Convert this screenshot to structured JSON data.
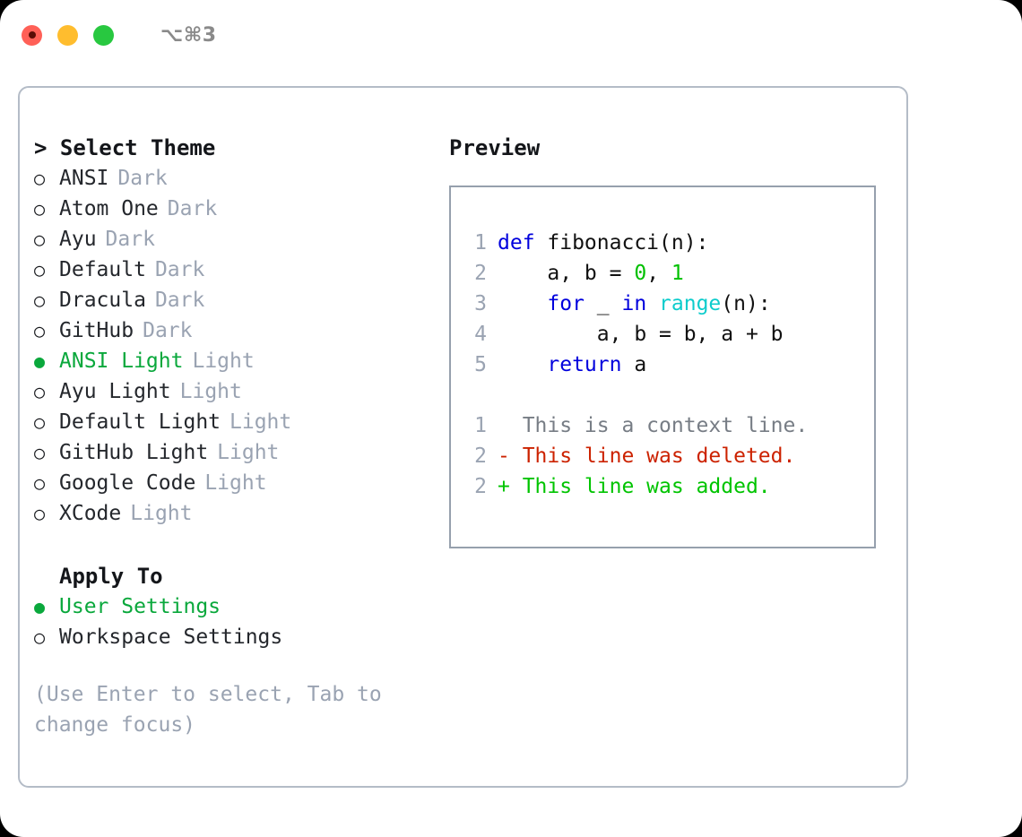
{
  "window": {
    "shortcut": "⌥⌘3",
    "traffic_lights": [
      {
        "name": "close",
        "color": "#ff6057"
      },
      {
        "name": "minimize",
        "color": "#ffbd2e"
      },
      {
        "name": "zoom",
        "color": "#28c840"
      }
    ]
  },
  "theme_picker": {
    "heading": "> Select Theme",
    "items": [
      {
        "bullet": "○",
        "name": "ANSI",
        "tag": "Dark",
        "selected": false
      },
      {
        "bullet": "○",
        "name": "Atom One",
        "tag": "Dark",
        "selected": false
      },
      {
        "bullet": "○",
        "name": "Ayu",
        "tag": "Dark",
        "selected": false
      },
      {
        "bullet": "○",
        "name": "Default",
        "tag": "Dark",
        "selected": false
      },
      {
        "bullet": "○",
        "name": "Dracula",
        "tag": "Dark",
        "selected": false
      },
      {
        "bullet": "○",
        "name": "GitHub",
        "tag": "Dark",
        "selected": false
      },
      {
        "bullet": "●",
        "name": "ANSI Light",
        "tag": "Light",
        "selected": true
      },
      {
        "bullet": "○",
        "name": "Ayu Light",
        "tag": "Light",
        "selected": false
      },
      {
        "bullet": "○",
        "name": "Default Light",
        "tag": "Light",
        "selected": false
      },
      {
        "bullet": "○",
        "name": "GitHub Light",
        "tag": "Light",
        "selected": false
      },
      {
        "bullet": "○",
        "name": "Google Code",
        "tag": "Light",
        "selected": false
      },
      {
        "bullet": "○",
        "name": "XCode",
        "tag": "Light",
        "selected": false
      }
    ]
  },
  "apply_to": {
    "heading": "Apply To",
    "items": [
      {
        "bullet": "●",
        "name": "User Settings",
        "tag": "",
        "selected": true
      },
      {
        "bullet": "○",
        "name": "Workspace Settings",
        "tag": "",
        "selected": false
      }
    ]
  },
  "hint": "(Use Enter to select, Tab to change focus)",
  "preview": {
    "title": "Preview",
    "code_lines": [
      {
        "lineno": "1",
        "tokens": [
          {
            "text": "def ",
            "kind": "kw"
          },
          {
            "text": "fibonacci(n):",
            "kind": "pl"
          }
        ]
      },
      {
        "lineno": "2",
        "tokens": [
          {
            "text": "    a, b = ",
            "kind": "pl"
          },
          {
            "text": "0",
            "kind": "num"
          },
          {
            "text": ", ",
            "kind": "pl"
          },
          {
            "text": "1",
            "kind": "num"
          }
        ]
      },
      {
        "lineno": "3",
        "tokens": [
          {
            "text": "    ",
            "kind": "pl"
          },
          {
            "text": "for",
            "kind": "kw"
          },
          {
            "text": " _ ",
            "kind": "pl"
          },
          {
            "text": "in",
            "kind": "kw"
          },
          {
            "text": " ",
            "kind": "pl"
          },
          {
            "text": "range",
            "kind": "fn"
          },
          {
            "text": "(n):",
            "kind": "pl"
          }
        ]
      },
      {
        "lineno": "4",
        "tokens": [
          {
            "text": "        a, b = b, a + b",
            "kind": "pl"
          }
        ]
      },
      {
        "lineno": "5",
        "tokens": [
          {
            "text": "    ",
            "kind": "pl"
          },
          {
            "text": "return",
            "kind": "kw"
          },
          {
            "text": " a",
            "kind": "pl"
          }
        ]
      }
    ],
    "diff_lines": [
      {
        "lineno": "1",
        "marker": "  ",
        "text": "This is a context line.",
        "kind": "ctx"
      },
      {
        "lineno": "2",
        "marker": "- ",
        "text": "This line was deleted.",
        "kind": "del"
      },
      {
        "lineno": "2",
        "marker": "+ ",
        "text": "This line was added.",
        "kind": "add"
      }
    ]
  },
  "colors": {
    "accent_green": "#0aa83c",
    "muted": "#9aa3b2",
    "keyword_blue": "#0000dd",
    "function_cyan": "#0ccccc",
    "number_green": "#00c000",
    "diff_delete_red": "#cc2200",
    "diff_add_green": "#00c400",
    "border": "#b4bcc7"
  }
}
